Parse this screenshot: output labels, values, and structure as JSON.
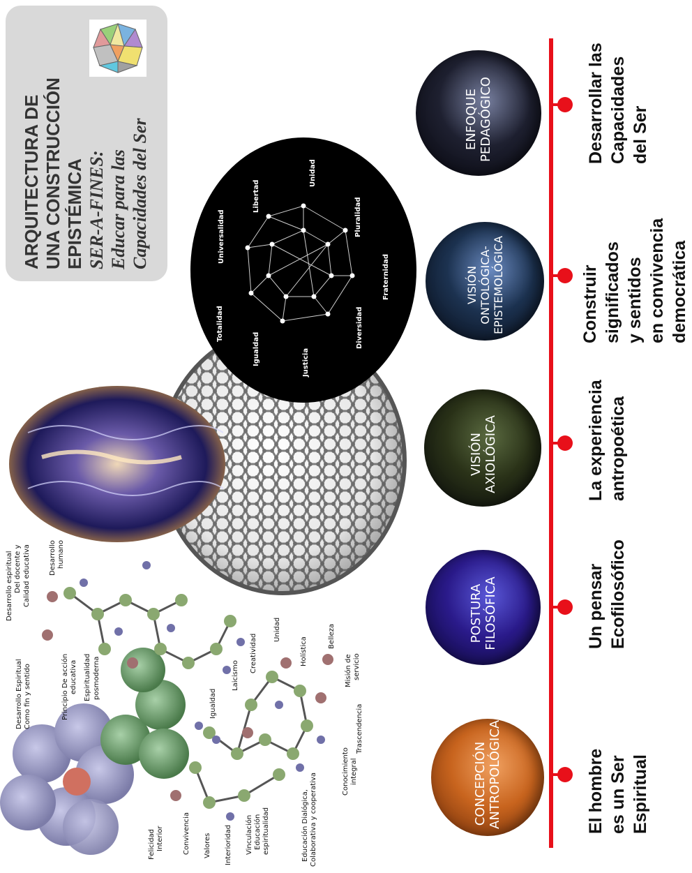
{
  "title": {
    "line1": "ARQUITECTURA DE",
    "line2": "UNA CONSTRUCCIÓN",
    "line3": "EPISTÉMICA",
    "line4": "SER-A-FINES:",
    "line5": "Educar para las",
    "line6": "Capacidades del Ser"
  },
  "values_circle": {
    "labels": [
      "Totalidad",
      "Universalidad",
      "Libertad",
      "Unidad",
      "Pluralidad",
      "Fraternidad",
      "Diversidad",
      "Justicia",
      "Igualdad"
    ]
  },
  "molecule_labels": [
    "Desarrollo Espiritual",
    "Como fin y sentido",
    "Principio De acción",
    "educativa",
    "Espiritualidad",
    "posmoderna",
    "Desarrollo espiritual",
    "Del docente y",
    "Calidad educativa",
    "Desarrollo",
    "humano",
    "Igualdad",
    "Laicismo",
    "Creatividad",
    "Unidad",
    "Holística",
    "Belleza",
    "Misión de",
    "servicio",
    "Trascendencia",
    "Conocimiento",
    "integral",
    "Educación  Dialógica,",
    "Colaborativa  y cooperativa",
    "Vinculación",
    "Educación",
    "espiritualidad",
    "Interioridad",
    "Valores",
    "Convivencia",
    "Felicidad",
    "Interior"
  ],
  "spheres": [
    {
      "line1": "CONCEPCIÓN",
      "line2": "ANTROPOLÓGICA",
      "color": "#c8641e"
    },
    {
      "line1": "POSTURA",
      "line2": "FILOSÓFICA",
      "color": "#2a1a8a"
    },
    {
      "line1": "VISIÓN",
      "line2": "AXIOLÓGICA",
      "color": "#2a3218"
    },
    {
      "line1": "VISIÓN",
      "line2": "ONTOLÓGICA-",
      "line3": "EPISTEMOLÓGICA",
      "color": "#1c3250"
    },
    {
      "line1": "ENFOQUE",
      "line2": "PEDAGÓGICO",
      "color": "#1e2030"
    }
  ],
  "stages": [
    {
      "line1": "El hombre",
      "line2": "es un Ser",
      "line3": "Espiritual"
    },
    {
      "line1": "Un pensar",
      "line2": "Ecofilosófico"
    },
    {
      "line1": "La experiencia",
      "line2": "antropoética"
    },
    {
      "line1": "Construir",
      "line2": "significados",
      "line3": "y sentidos",
      "line4": "en convivencia",
      "line5": "democrática"
    },
    {
      "line1": "Desarrollar las",
      "line2": "Capacidades",
      "line3": "del Ser"
    }
  ],
  "colors": {
    "timeline": "#e8101a",
    "title_box": "#d9d9d9"
  }
}
